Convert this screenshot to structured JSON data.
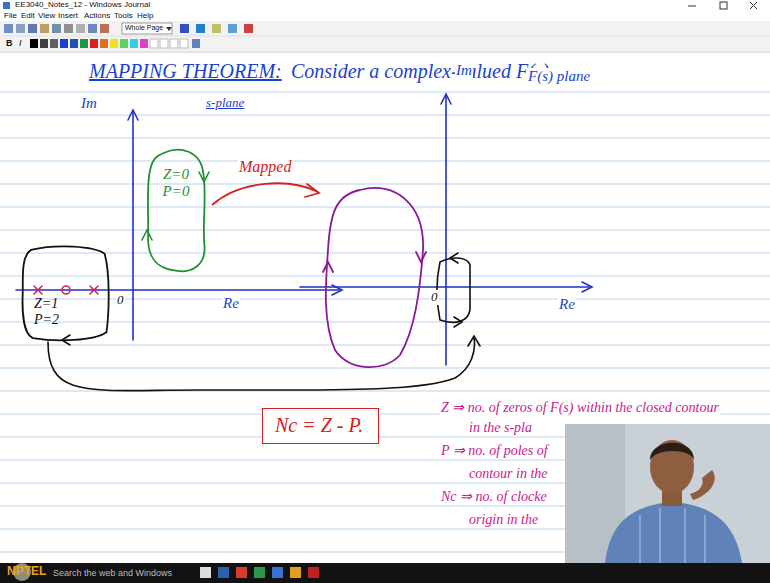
{
  "diagram": {
    "title": "MAPPING THEOREM:",
    "nodes": [
      {
        "text": [
          "Z=0 P=0"
        ]
      },
      {
        "text": [
          "Z=1 P=2"
        ]
      },
      {
        "text": [
          "Nc = Z - P."
        ]
      }
    ],
    "labels": [
      "EE3040_Notes_12 - Windows Journal",
      "File",
      "Edit",
      "View",
      "Insert",
      "Actions",
      "Tools",
      "Help",
      "Whole Page",
      "B",
      "I",
      "Consider a complex-valued F(s).",
      "Im",
      "s-plane",
      "Re",
      "0",
      "Mapped",
      "Im",
      "F(s) plane",
      "Re",
      "0",
      "Z ⇒ no. of zeros of F(s) within the closed contour",
      "in the s-pla",
      "P ⇒ no. of poles of",
      "contour in the",
      "Nc ⇒ no. of clocke",
      "origin in the",
      "NPTEL",
      "Search the web and Windows"
    ]
  }
}
